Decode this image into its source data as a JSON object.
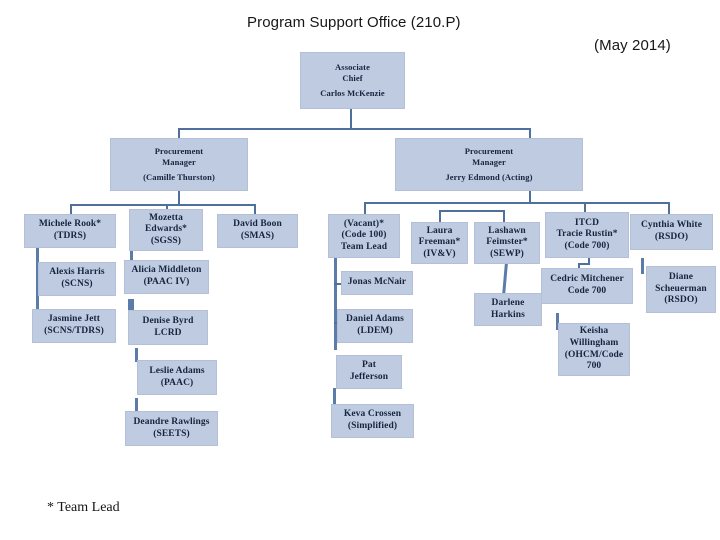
{
  "header": {
    "title": "Program Support Office (210.P)",
    "date": "(May 2014)"
  },
  "footnote": "* Team Lead",
  "colors": {
    "box_fill": "#bfcbe0",
    "box_border": "#b3c0d8",
    "box_text": "#16243f",
    "connector": "#4f6f9c",
    "background": "#ffffff",
    "title_text": "#171717"
  },
  "chart_data": {
    "type": "diagram",
    "title": "Program Support Office (210.P)",
    "subtitle": "(May 2014)",
    "legend": "* Team Lead",
    "nodes": [
      {
        "id": "root",
        "role": "Associate",
        "role2": "Chief",
        "name": "Carlos McKenzie",
        "level": 0
      },
      {
        "id": "pm-left",
        "role": "Procurement",
        "role2": "Manager",
        "name": "(Camille Thurston)",
        "level": 1,
        "parent": "root"
      },
      {
        "id": "pm-right",
        "role": "Procurement",
        "role2": "Manager",
        "name": "Jerry Edmond (Acting)",
        "level": 1,
        "parent": "root"
      },
      {
        "id": "michele",
        "line1": "Michele Rook*",
        "line2": "(TDRS)",
        "level": 2,
        "parent": "pm-left"
      },
      {
        "id": "alexis",
        "line1": "Alexis Harris",
        "line2": "(SCNS)",
        "level": 3,
        "parent": "michele"
      },
      {
        "id": "jasmine",
        "line1": "Jasmine Jett",
        "line2": "(SCNS/TDRS)",
        "level": 3,
        "parent": "michele"
      },
      {
        "id": "mozetta",
        "line1": "Mozetta",
        "line2": "Edwards*",
        "line3": "(SGSS)",
        "level": 2,
        "parent": "pm-left"
      },
      {
        "id": "alicia",
        "line1": "Alicia Middleton",
        "line2": "(PAAC IV)",
        "level": 3,
        "parent": "mozetta"
      },
      {
        "id": "denise",
        "line1": "Denise Byrd",
        "line2": "LCRD",
        "level": 3,
        "parent": "mozetta"
      },
      {
        "id": "leslie",
        "line1": "Leslie Adams",
        "line2": "(PAAC)",
        "level": 3,
        "parent": "mozetta"
      },
      {
        "id": "deandre",
        "line1": "Deandre Rawlings",
        "line2": "(SEETS)",
        "level": 3,
        "parent": "mozetta"
      },
      {
        "id": "david",
        "line1": "David Boon",
        "line2": "(SMAS)",
        "level": 2,
        "parent": "pm-left"
      },
      {
        "id": "vacant",
        "line1": "(Vacant)*",
        "line2": "(Code 100)",
        "line3": "Team Lead",
        "level": 2,
        "parent": "pm-right"
      },
      {
        "id": "jonas",
        "line1": "Jonas McNair",
        "level": 3,
        "parent": "vacant"
      },
      {
        "id": "danieladams",
        "line1": "Daniel Adams",
        "line2": "(LDEM)",
        "level": 3,
        "parent": "vacant"
      },
      {
        "id": "pat",
        "line1": "Pat",
        "line2": "Jefferson",
        "level": 3,
        "parent": "vacant"
      },
      {
        "id": "keva",
        "line1": "Keva Crossen",
        "line2": "(Simplified)",
        "level": 3,
        "parent": "vacant"
      },
      {
        "id": "laura",
        "line1": "Laura",
        "line2": "Freeman*",
        "line3": "(IV&V)",
        "level": 2,
        "parent": "pm-right"
      },
      {
        "id": "lashawn",
        "line1": "Lashawn",
        "line2": "Feimster*",
        "line3": "(SEWP)",
        "level": 2,
        "parent": "pm-right"
      },
      {
        "id": "darlene",
        "line1": "Darlene",
        "line2": "Harkins",
        "level": 3,
        "parent": "lashawn"
      },
      {
        "id": "itcd",
        "line1": "ITCD",
        "line2": "Tracie Rustin*",
        "line3": "(Code 700)",
        "level": 2,
        "parent": "pm-right"
      },
      {
        "id": "cedric",
        "line1": "Cedric Mitchener",
        "line2": "Code 700",
        "level": 3,
        "parent": "itcd"
      },
      {
        "id": "keisha",
        "line1": "Keisha",
        "line2": "Willingham",
        "line3": "(OHCM/Code",
        "line4": "700",
        "level": 4,
        "parent": "cedric"
      },
      {
        "id": "cynthia",
        "line1": "Cynthia White",
        "line2": "(RSDO)",
        "level": 2,
        "parent": "pm-right"
      },
      {
        "id": "diane",
        "line1": "Diane",
        "line2": "Scheuerman",
        "line3": "(RSDO)",
        "level": 3,
        "parent": "cynthia"
      }
    ]
  },
  "boxes": {
    "root": {
      "l1": "Associate",
      "l2": "Chief",
      "l3": "Carlos McKenzie"
    },
    "pm_left": {
      "l1": "Procurement",
      "l2": "Manager",
      "l3": "(Camille Thurston)"
    },
    "pm_right": {
      "l1": "Procurement",
      "l2": "Manager",
      "l3": "Jerry Edmond (Acting)"
    },
    "michele": {
      "l1": "Michele Rook*",
      "l2": "(TDRS)"
    },
    "alexis": {
      "l1": "Alexis Harris",
      "l2": "(SCNS)"
    },
    "jasmine": {
      "l1": "Jasmine Jett",
      "l2": "(SCNS/TDRS)"
    },
    "mozetta": {
      "l1": "Mozetta",
      "l2": "Edwards*",
      "l3": "(SGSS)"
    },
    "alicia": {
      "l1": "Alicia Middleton",
      "l2": "(PAAC IV)"
    },
    "denise": {
      "l1": "Denise Byrd",
      "l2": "LCRD"
    },
    "leslie": {
      "l1": "Leslie Adams",
      "l2": "(PAAC)"
    },
    "deandre": {
      "l1": "Deandre Rawlings",
      "l2": "(SEETS)"
    },
    "david": {
      "l1": "David Boon",
      "l2": "(SMAS)"
    },
    "vacant": {
      "l1": "(Vacant)*",
      "l2": "(Code 100)",
      "l3": "Team Lead"
    },
    "jonas": {
      "l1": "Jonas McNair"
    },
    "danieladams": {
      "l1": "Daniel Adams",
      "l2": "(LDEM)"
    },
    "pat": {
      "l1": "Pat",
      "l2": "Jefferson"
    },
    "keva": {
      "l1": "Keva Crossen",
      "l2": "(Simplified)"
    },
    "laura": {
      "l1": "Laura",
      "l2": "Freeman*",
      "l3": "(IV&V)"
    },
    "lashawn": {
      "l1": "Lashawn",
      "l2": "Feimster*",
      "l3": "(SEWP)"
    },
    "darlene": {
      "l1": "Darlene",
      "l2": "Harkins"
    },
    "itcd": {
      "l1": "ITCD",
      "l2": "Tracie Rustin*",
      "l3": "(Code 700)"
    },
    "cedric": {
      "l1": "Cedric Mitchener",
      "l2": "Code 700"
    },
    "keisha": {
      "l1": "Keisha",
      "l2": "Willingham",
      "l3": "(OHCM/Code",
      "l4": "700"
    },
    "cynthia": {
      "l1": "Cynthia White",
      "l2": "(RSDO)"
    },
    "diane": {
      "l1": "Diane",
      "l2": "Scheuerman",
      "l3": "(RSDO)"
    }
  }
}
